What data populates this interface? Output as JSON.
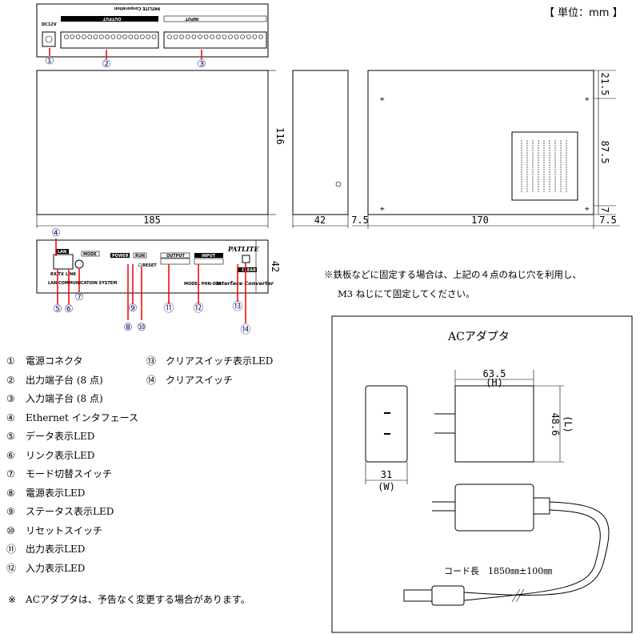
{
  "unit_label": "【 単位：mm 】",
  "top_view": {
    "brand": "PATLITE Corporation",
    "output": "OUTPUT",
    "input": "INPUT",
    "dc": "DC12V"
  },
  "dimensions": {
    "width": "185",
    "height": "116",
    "depth": "42",
    "rear_width": "170",
    "margin_left": "7.5",
    "margin_right": "7.5",
    "v1": "21.5",
    "v2": "87.5",
    "v3": "7",
    "front_height": "42"
  },
  "front_panel": {
    "lan": "LAN",
    "mode": "MODE",
    "power": "POWER",
    "run": "RUN",
    "reset": "RESET",
    "output": "OUTPUT",
    "input": "INPUT",
    "brand": "PATLITE",
    "clear": "CLEAR",
    "tx": "RX/TX",
    "link": "LINK",
    "system": "LAN COMMUNICATION SYSTEM",
    "model": "MODEL PHN-D88",
    "product": "Interface Converter"
  },
  "callouts": [
    "①",
    "②",
    "③",
    "④",
    "⑤",
    "⑥",
    "⑦",
    "⑧",
    "⑨",
    "⑩",
    "⑪",
    "⑫",
    "⑬",
    "⑭"
  ],
  "mount_note": [
    "※鉄板などに固定する場合は、上記の４点のねじ穴を利用し、",
    "M3 ねじにて固定してください。"
  ],
  "legend_left": [
    {
      "num": "①",
      "label": "電源コネクタ"
    },
    {
      "num": "②",
      "label": "出力端子台 (8 点)"
    },
    {
      "num": "③",
      "label": "入力端子台 (8 点)"
    },
    {
      "num": "④",
      "label": "Ethernet インタフェース"
    },
    {
      "num": "⑤",
      "label": "データ表示LED"
    },
    {
      "num": "⑥",
      "label": "リンク表示LED"
    },
    {
      "num": "⑦",
      "label": "モード切替スイッチ"
    },
    {
      "num": "⑧",
      "label": "電源表示LED"
    },
    {
      "num": "⑨",
      "label": "ステータス表示LED"
    },
    {
      "num": "⑩",
      "label": "リセットスイッチ"
    },
    {
      "num": "⑪",
      "label": "出力表示LED"
    },
    {
      "num": "⑫",
      "label": "入力表示LED"
    }
  ],
  "legend_right": [
    {
      "num": "⑬",
      "label": "クリアスイッチ表示LED"
    },
    {
      "num": "⑭",
      "label": "クリアスイッチ"
    }
  ],
  "ac_note": "※　ACアダプタは、予告なく変更する場合があります。",
  "adapter": {
    "title": "ACアダプタ",
    "width": "63.5",
    "width_sym": "(H)",
    "length": "48.6",
    "length_sym": "(L)",
    "depth": "31",
    "depth_sym": "(W)",
    "cord": "コード長　1850㎜±100㎜"
  }
}
